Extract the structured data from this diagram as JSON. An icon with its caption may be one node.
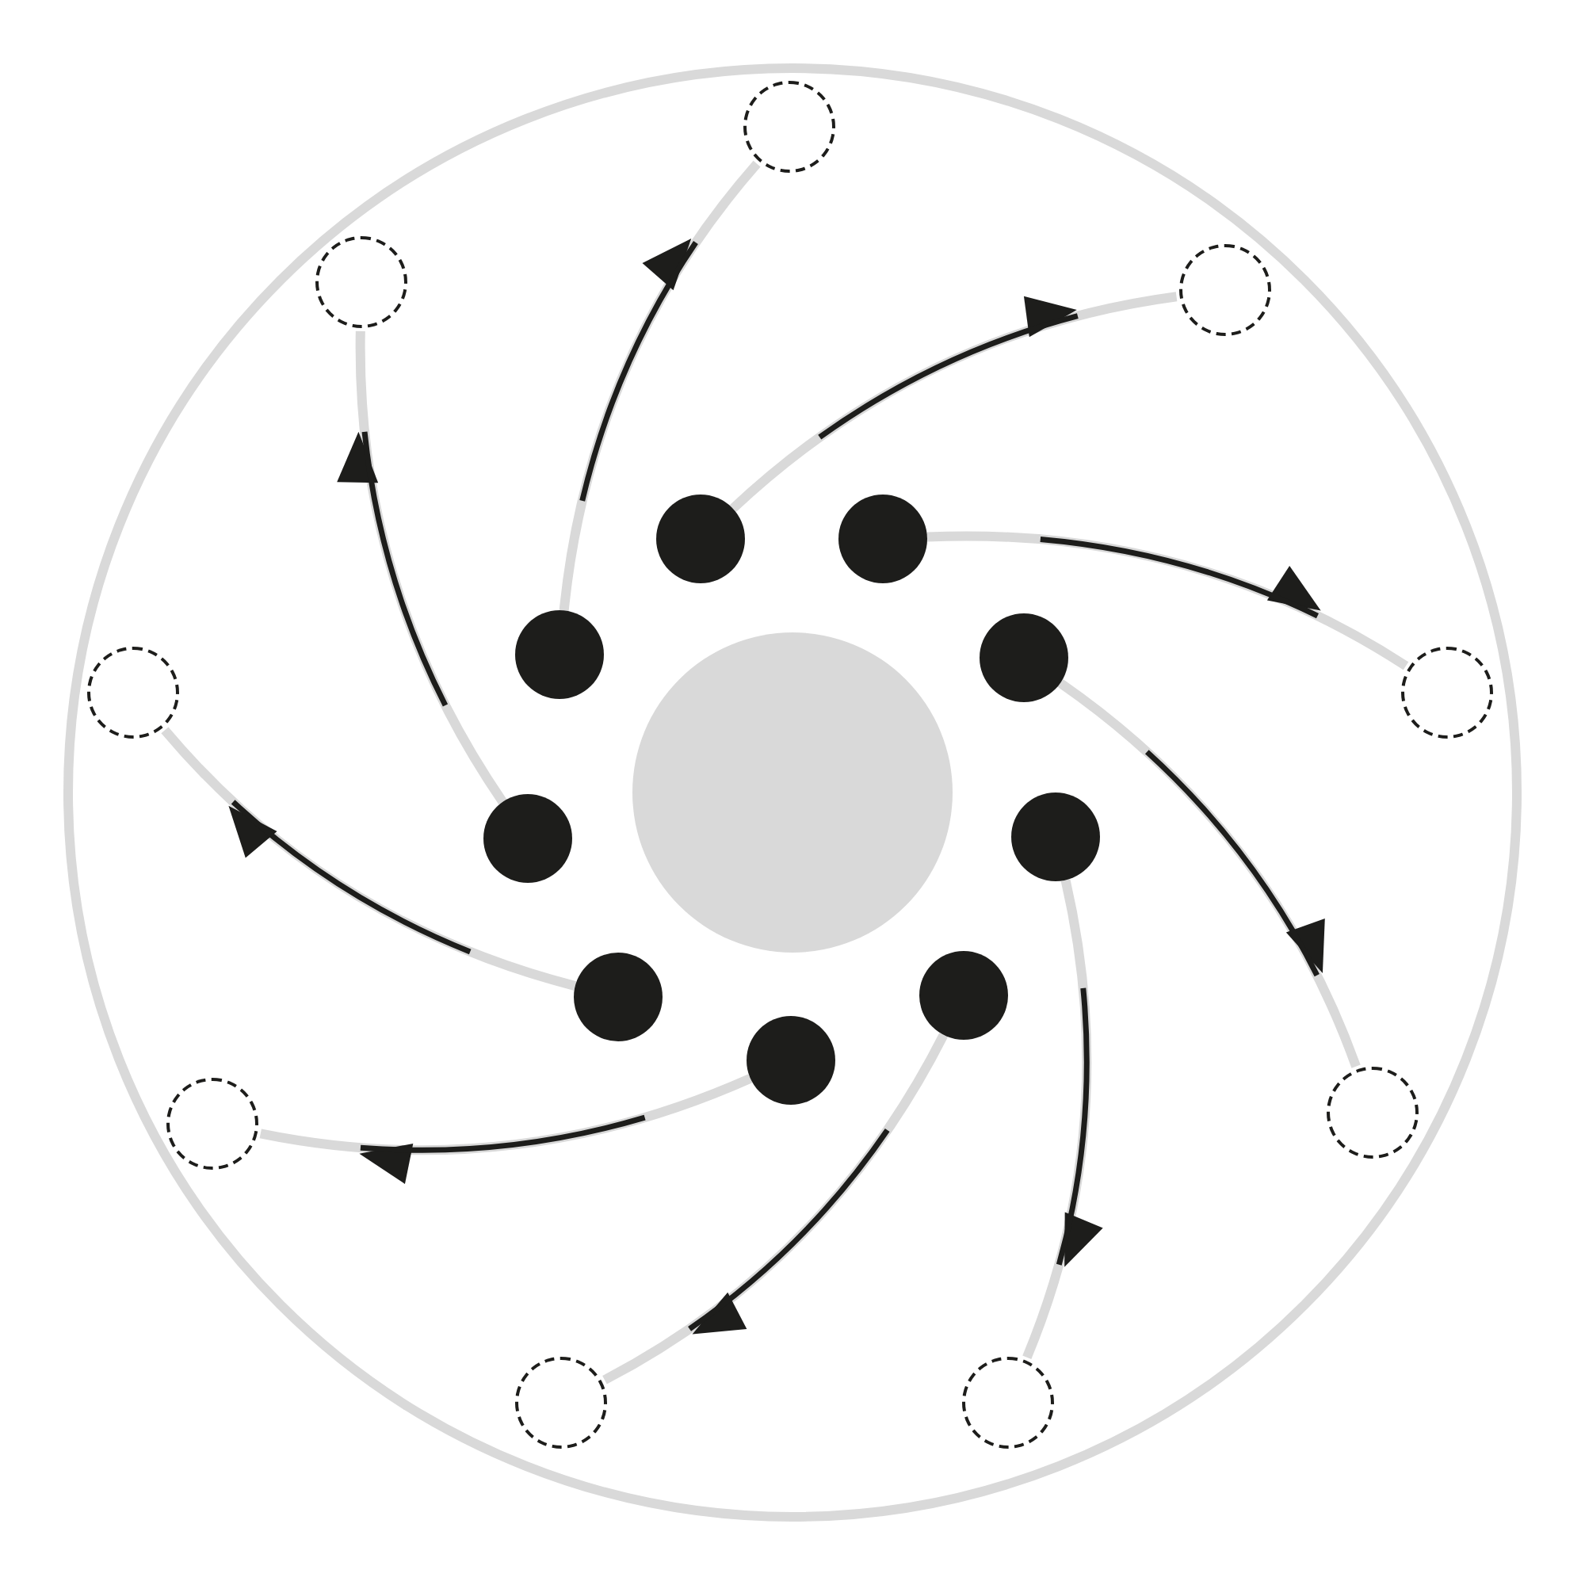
{
  "diagram": {
    "nodes": [
      {
        "text": [],
        "shape": "circle"
      },
      {
        "text": [],
        "shape": "circle",
        "in": 0
      },
      {
        "text": [],
        "shape": "circle",
        "in": 0
      },
      {
        "text": [],
        "shape": "circle",
        "in": 0
      },
      {
        "text": [],
        "shape": "circle",
        "in": 0
      },
      {
        "text": [],
        "shape": "circle",
        "in": 0
      },
      {
        "text": [],
        "shape": "circle",
        "in": 0
      },
      {
        "text": [],
        "shape": "circle",
        "in": 0
      },
      {
        "text": [],
        "shape": "circle",
        "in": 0
      },
      {
        "text": [],
        "shape": "circle",
        "in": 0
      },
      {
        "text": [],
        "shape": "circle",
        "in": 0
      },
      {
        "text": [],
        "shape": "circle",
        "in": 0
      },
      {
        "text": [],
        "shape": "circle",
        "in": 0
      },
      {
        "text": [],
        "shape": "circle",
        "in": 0
      },
      {
        "text": [],
        "shape": "circle",
        "in": 0
      },
      {
        "text": [],
        "shape": "circle",
        "in": 0
      },
      {
        "text": [],
        "shape": "circle",
        "in": 0
      },
      {
        "text": [],
        "shape": "circle",
        "in": 0
      },
      {
        "text": [],
        "shape": "circle",
        "in": 0
      },
      {
        "text": [],
        "shape": "circle",
        "in": 0
      }
    ],
    "edges": [
      {
        "from": 4,
        "to": 11,
        "arrow": "to"
      },
      {
        "from": 2,
        "to": 13,
        "arrow": "to"
      },
      {
        "from": 3,
        "to": 15,
        "arrow": "to"
      },
      {
        "from": 5,
        "to": 16,
        "arrow": "to"
      },
      {
        "from": 6,
        "to": 19,
        "arrow": "to"
      },
      {
        "from": 8,
        "to": 18,
        "arrow": "to"
      },
      {
        "from": 10,
        "to": 17,
        "arrow": "to"
      },
      {
        "from": 9,
        "to": 14,
        "arrow": "to"
      },
      {
        "from": 7,
        "to": 12,
        "arrow": "to"
      }
    ]
  }
}
